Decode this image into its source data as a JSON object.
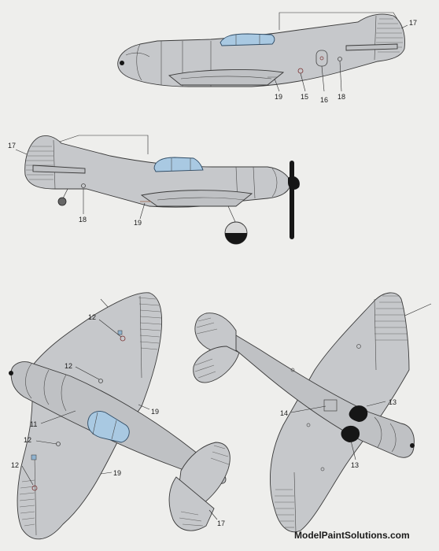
{
  "callouts": {
    "top_side": [
      "17",
      "19",
      "15",
      "16",
      "18"
    ],
    "mid_side": [
      "17",
      "18",
      "19"
    ],
    "upper_view": [
      "12",
      "12",
      "11",
      "19",
      "12",
      "12",
      "19",
      "17"
    ],
    "lower_view": [
      "13",
      "14",
      "13"
    ]
  },
  "watermark": "ModelPaintSolutions.com",
  "colors": {
    "background": "#eeeeec",
    "airframe_grey": "#c6c8cb",
    "canopy_blue": "#a9c9e2",
    "spinner_black": "#161616"
  }
}
